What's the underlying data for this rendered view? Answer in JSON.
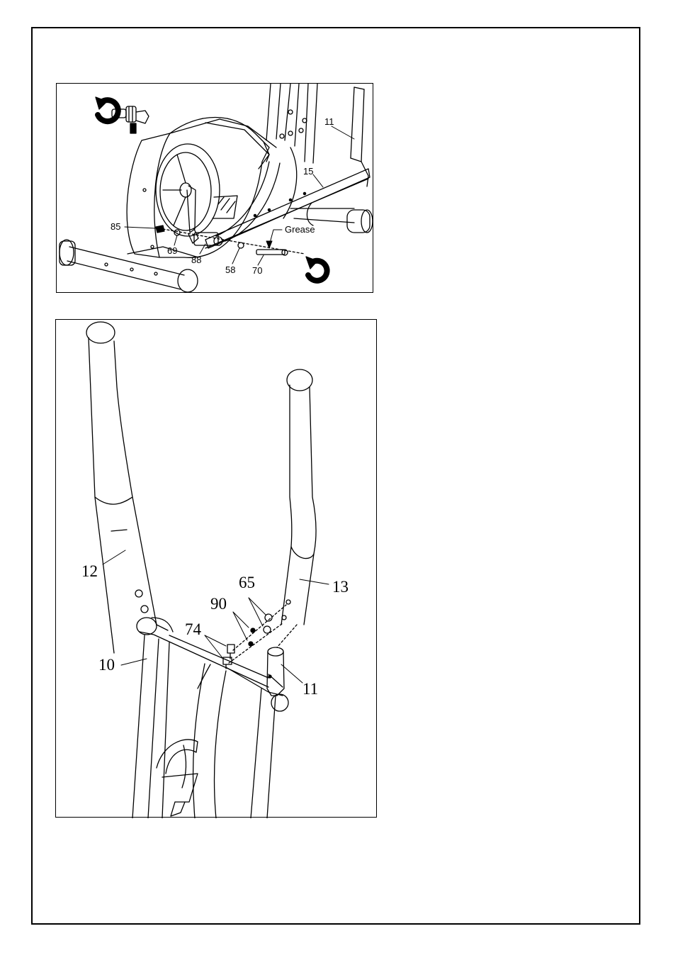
{
  "top_diagram": {
    "parts": [
      "11",
      "15",
      "85",
      "69",
      "88",
      "58",
      "70"
    ],
    "note": "Grease"
  },
  "bottom_diagram": {
    "parts": [
      "12",
      "13",
      "65",
      "90",
      "74",
      "10",
      "11"
    ]
  }
}
